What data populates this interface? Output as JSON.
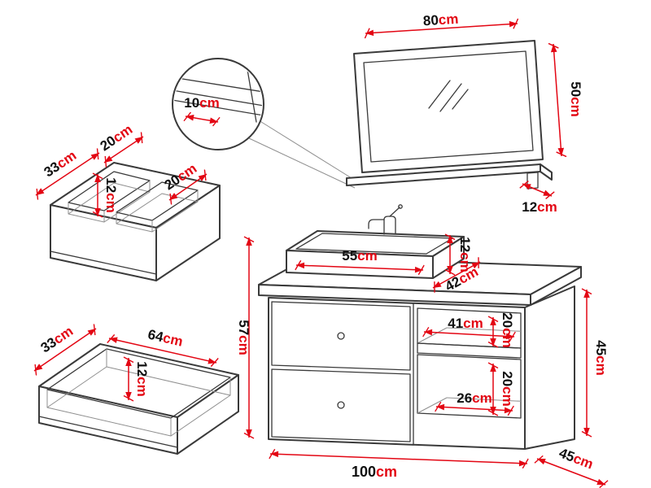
{
  "unit": "cm",
  "colors": {
    "outline": "#3a3a3a",
    "dimension": "#e30613",
    "value_text": "#101010",
    "background": "#ffffff"
  },
  "mirror": {
    "width": "80",
    "height": "50",
    "shelf_depth": "12",
    "detail_shelf_depth": "10"
  },
  "organizer": {
    "depth": "33",
    "left_compartment_width": "20",
    "height": "12",
    "right_compartment_width": "20"
  },
  "drawer": {
    "depth": "33",
    "width": "64",
    "height": "12"
  },
  "vanity": {
    "sink_width": "55",
    "sink_height": "12",
    "counter_depth": "42",
    "total_height": "57",
    "niche_width": "41",
    "upper_niche_height": "20",
    "lower_niche_height": "20",
    "bottom_shelf_depth": "26",
    "side_height": "45",
    "width": "100",
    "depth": "45"
  }
}
